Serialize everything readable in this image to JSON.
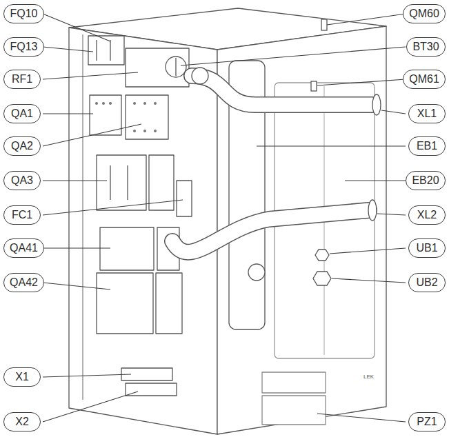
{
  "diagram": {
    "nodes": [
      {
        "text": [
          "FQ10"
        ]
      },
      {
        "text": [
          "QM60"
        ]
      },
      {
        "text": [
          "FQ13"
        ]
      },
      {
        "text": [
          "BT30"
        ]
      },
      {
        "text": [
          "RF1"
        ]
      },
      {
        "text": [
          "QM61"
        ]
      },
      {
        "text": [
          "QA1"
        ]
      },
      {
        "text": [
          "XL1"
        ]
      },
      {
        "text": [
          "QA2"
        ]
      },
      {
        "text": [
          "EB1"
        ]
      },
      {
        "text": [
          "QA3"
        ]
      },
      {
        "text": [
          "EB20"
        ]
      },
      {
        "text": [
          "FC1"
        ]
      },
      {
        "text": [
          "XL2"
        ]
      },
      {
        "text": [
          "QA41"
        ]
      },
      {
        "text": [
          "UB1"
        ]
      },
      {
        "text": [
          "QA42"
        ]
      },
      {
        "text": [
          "UB2"
        ]
      },
      {
        "text": [
          "X1"
        ]
      },
      {
        "text": [
          "X2"
        ]
      },
      {
        "text": [
          "PZ1"
        ]
      }
    ],
    "labels": [
      "LEK"
    ]
  }
}
